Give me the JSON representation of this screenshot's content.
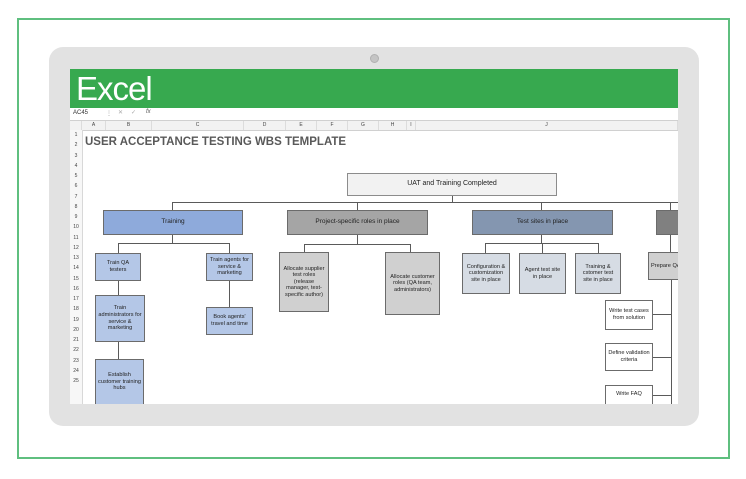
{
  "app": {
    "name": "Excel"
  },
  "formula_bar": {
    "name_box": "AC45",
    "fx": "fx",
    "cancel": "✕",
    "confirm": "✓"
  },
  "columns": [
    "A",
    "B",
    "C",
    "D",
    "E",
    "F",
    "G",
    "H",
    "I",
    "J"
  ],
  "rows": [
    "1",
    "2",
    "3",
    "4",
    "5",
    "6",
    "7",
    "8",
    "9",
    "10",
    "11",
    "12",
    "13",
    "14",
    "15",
    "16",
    "17",
    "18",
    "19",
    "20",
    "21",
    "22",
    "23",
    "24",
    "25"
  ],
  "sheet": {
    "title": "USER ACCEPTANCE TESTING WBS TEMPLATE",
    "root": "UAT and Training Completed",
    "l1": [
      "Training",
      "Project-specific roles in place",
      "Test sites in place",
      ""
    ],
    "training": [
      "Train QA testers",
      "Train agents for service & marketing",
      "Train administrators for service & marketing",
      "Book agents' travel and time",
      "Establish customer training hubs"
    ],
    "roles": [
      "Allocate supplier test roles (release manager, test-specific author)",
      "Allocate customer roles (QA team, administrators)"
    ],
    "sites": [
      "Configuration & customization site in place",
      "Agent test site in place",
      "Training & cstomer test site in place"
    ],
    "prep": [
      "Prepare QA",
      "Write test cases from solution",
      "Define validation criteria",
      "Write FAQ"
    ]
  }
}
